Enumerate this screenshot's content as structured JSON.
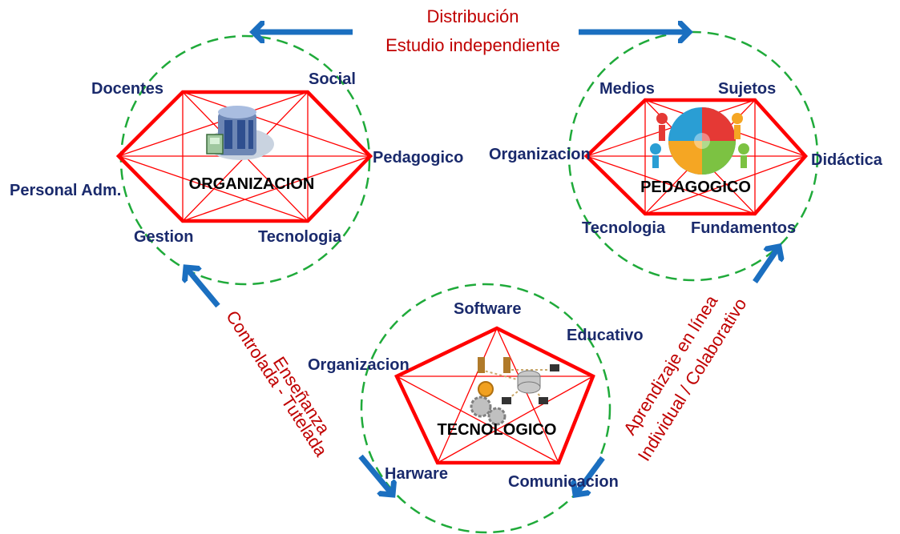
{
  "organizacion": {
    "center": "ORGANIZACION",
    "labels": {
      "docentes": "Docentes",
      "social": "Social",
      "pedagogico": "Pedagogico",
      "personal": "Personal Adm.",
      "gestion": "Gestion",
      "tecnologia": "Tecnologia"
    },
    "icon": "building-server-icon"
  },
  "pedagogico": {
    "center": "PEDAGOGICO",
    "labels": {
      "medios": "Medios",
      "sujetos": "Sujetos",
      "organizacion": "Organizacion",
      "didactica": "Didáctica",
      "tecnologia": "Tecnologia",
      "fundamentos": "Fundamentos"
    },
    "icon": "puzzle-people-icon"
  },
  "tecnologico": {
    "center": "TECNOLOGICO",
    "labels": {
      "software": "Software",
      "educativo": "Educativo",
      "organizacion": "Organizacion",
      "harware": "Harware",
      "comunicacion": "Comunicacion"
    },
    "icon": "network-gears-icon"
  },
  "flows": {
    "top_line1": "Distribución",
    "top_line2": "Estudio independiente",
    "left_line1": "Enseñanza",
    "left_line2": "Controlada - Tutelada",
    "right_line1": "Aprendizaje en línea",
    "right_line2": "Individual / Colaborativo"
  },
  "colors": {
    "circle": "#1faa3a",
    "polygon": "#ff0000",
    "arrow": "#1b6fc0",
    "label": "#1a2a6c",
    "flow_text": "#c00000"
  }
}
